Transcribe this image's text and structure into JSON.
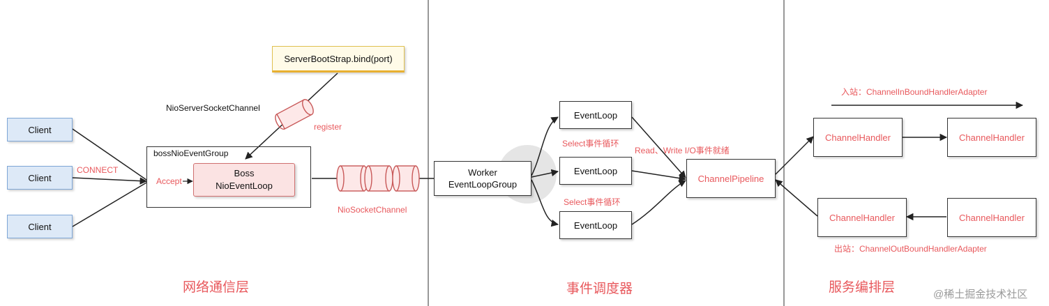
{
  "clients": [
    "Client",
    "Client",
    "Client"
  ],
  "connect_label": "CONNECT",
  "accept_label": "Accept",
  "boss_group_label": "bossNioEventGroup",
  "boss_loop": {
    "line1": "Boss",
    "line2": "NioEventLoop"
  },
  "bootstrap_label": "ServerBootStrap.bind(port)",
  "server_channel_label": "NioServerSocketChannel",
  "register_label": "register",
  "socket_channel_label": "NioSocketChannel",
  "worker": {
    "line1": "Worker",
    "line2": "EventLoopGroup"
  },
  "event_loops": [
    "EventLoop",
    "EventLoop",
    "EventLoop"
  ],
  "select_labels": [
    "Select事件循环",
    "Select事件循环"
  ],
  "read_write_label": "Read、Write I/O事件就绪",
  "pipeline_label": "ChannelPipeline",
  "inbound_label": "入站：ChannelInBoundHandlerAdapter",
  "outbound_label": "出站：ChannelOutBoundHandlerAdapter",
  "handlers": [
    "ChannelHandler",
    "ChannelHandler",
    "ChannelHandler",
    "ChannelHandler"
  ],
  "layers": [
    "网络通信层",
    "事件调度器",
    "服务编排层"
  ],
  "watermark": "@稀土掘金技术社区"
}
